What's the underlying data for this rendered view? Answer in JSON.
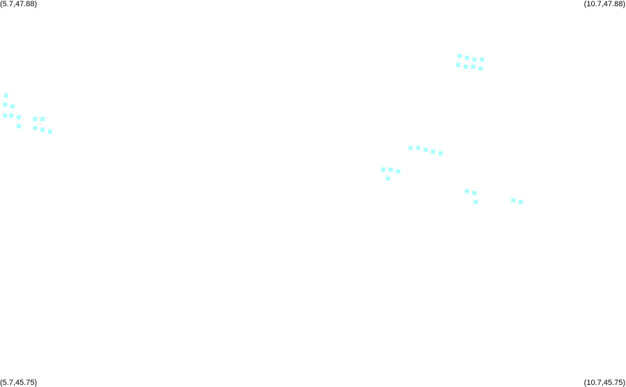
{
  "map": {
    "corners": {
      "top_left": "(5.7,47.88)",
      "top_right": "(10.7,47.88)",
      "bottom_left": "(5.7,45.75)",
      "bottom_right": "(10.7,45.75)"
    },
    "extent": {
      "lon_min": 5.7,
      "lon_max": 10.7,
      "lat_min": 45.75,
      "lat_max": 47.88
    },
    "marker_color": "#aaffff",
    "points": [
      [
        5.75,
        47.35
      ],
      [
        5.74,
        47.3
      ],
      [
        5.8,
        47.29
      ],
      [
        5.74,
        47.24
      ],
      [
        5.79,
        47.24
      ],
      [
        5.85,
        47.23
      ],
      [
        5.85,
        47.18
      ],
      [
        5.98,
        47.22
      ],
      [
        6.04,
        47.22
      ],
      [
        5.98,
        47.17
      ],
      [
        6.04,
        47.16
      ],
      [
        6.1,
        47.15
      ],
      [
        9.37,
        47.57
      ],
      [
        9.43,
        47.56
      ],
      [
        9.49,
        47.55
      ],
      [
        9.55,
        47.55
      ],
      [
        9.36,
        47.52
      ],
      [
        9.42,
        47.51
      ],
      [
        9.48,
        47.51
      ],
      [
        9.54,
        47.5
      ],
      [
        8.98,
        47.06
      ],
      [
        9.04,
        47.06
      ],
      [
        9.1,
        47.05
      ],
      [
        9.16,
        47.04
      ],
      [
        9.22,
        47.03
      ],
      [
        8.76,
        46.94
      ],
      [
        8.82,
        46.94
      ],
      [
        8.88,
        46.93
      ],
      [
        8.8,
        46.89
      ],
      [
        9.43,
        46.82
      ],
      [
        9.49,
        46.81
      ],
      [
        9.5,
        46.76
      ],
      [
        9.8,
        46.77
      ],
      [
        9.86,
        46.76
      ]
    ]
  }
}
